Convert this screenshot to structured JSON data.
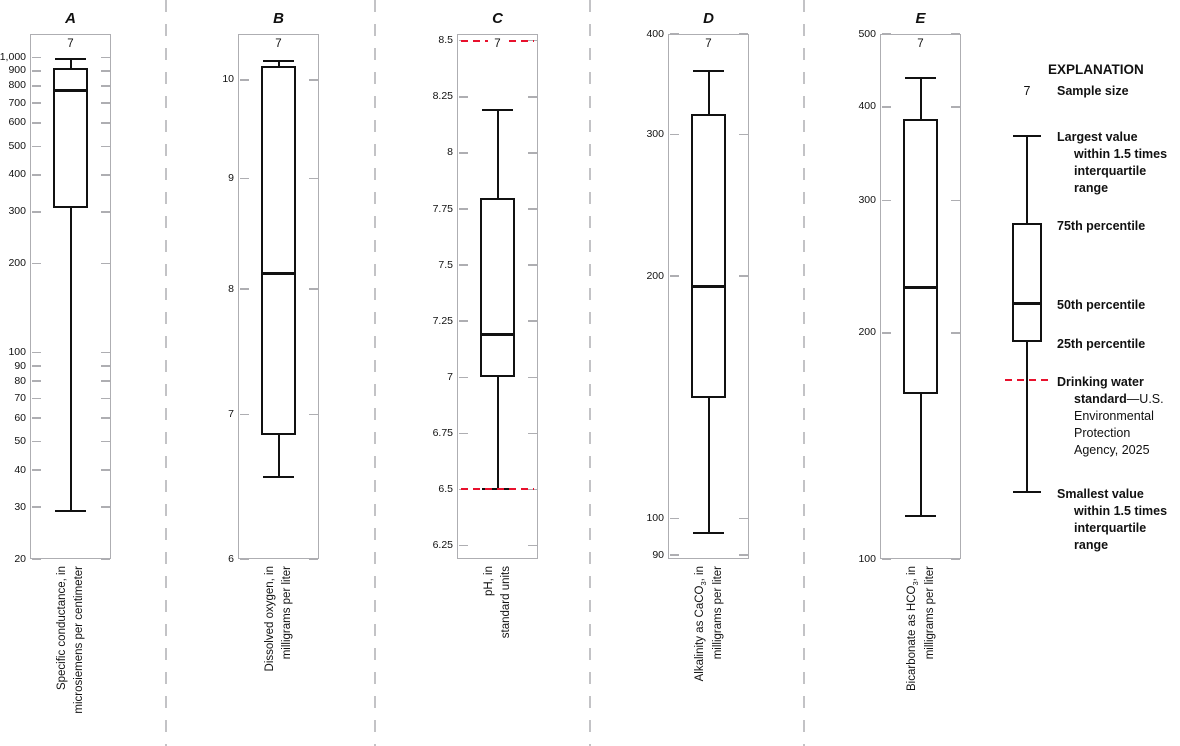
{
  "figure": {
    "colors": {
      "box": "#111111",
      "frame_gray": "#aeaeb2",
      "separator_gray": "#c3c3c6",
      "standard_red": "#e8112d"
    },
    "explanation": {
      "title": "EXPLANATION",
      "sample": {
        "symbol": "7",
        "label": "Sample size"
      },
      "largest": {
        "l1": "Largest value",
        "l2": "within 1.5 times",
        "l3": "interquartile range"
      },
      "p75": "75th percentile",
      "p50": "50th percentile",
      "p25": "25th percentile",
      "standard": {
        "l1": "Drinking water",
        "l2_bold": "standard",
        "l2_rest": "—U.S.",
        "l3": "Environmental",
        "l4": "Protection",
        "l5": "Agency, 2025"
      },
      "smallest": {
        "l1": "Smallest value",
        "l2": "within 1.5 times",
        "l3": "interquartile range"
      }
    }
  },
  "chart_data": [
    {
      "type": "box",
      "panel": "A",
      "title": "A",
      "sample_size": "7",
      "ylabel": "Specific conductance, in microsiemens per centimeter",
      "ylabel_lines": [
        [
          {
            "t": "Specific conductance, in"
          }
        ],
        [
          {
            "t": "microsiemens per centimeter"
          }
        ]
      ],
      "scale": "log",
      "ylim": [
        20,
        1200
      ],
      "yticks": [
        20,
        30,
        40,
        50,
        60,
        70,
        80,
        90,
        100,
        200,
        300,
        400,
        500,
        600,
        700,
        800,
        900,
        1000
      ],
      "ytick_labels": [
        "20",
        "30",
        "40",
        "50",
        "60",
        "70",
        "80",
        "90",
        "100",
        "200",
        "300",
        "400",
        "500",
        "600",
        "700",
        "800",
        "900",
        "1,000"
      ],
      "stats": {
        "whisker_low": 29,
        "q1": 310,
        "median": 775,
        "q3": 920,
        "whisker_high": 990
      },
      "reference_lines": []
    },
    {
      "type": "box",
      "panel": "B",
      "title": "B",
      "sample_size": "7",
      "ylabel": "Dissolved oxygen, in milligrams per liter",
      "ylabel_lines": [
        [
          {
            "t": "Dissolved oxygen, in"
          }
        ],
        [
          {
            "t": "milligrams per liter"
          }
        ]
      ],
      "scale": "log",
      "ylim": [
        6,
        10.5
      ],
      "yticks": [
        6,
        7,
        8,
        9,
        10
      ],
      "ytick_labels": [
        "6",
        "7",
        "8",
        "9",
        "10"
      ],
      "stats": {
        "whisker_low": 6.55,
        "q1": 6.85,
        "median": 8.13,
        "q3": 10.15,
        "whisker_high": 10.2
      },
      "reference_lines": []
    },
    {
      "type": "box",
      "panel": "C",
      "title": "C",
      "sample_size": "7",
      "ylabel": "pH, in standard units",
      "ylabel_lines": [
        [
          {
            "t": "pH, in"
          }
        ],
        [
          {
            "t": "standard units"
          }
        ]
      ],
      "scale": "linear",
      "ylim": [
        6.19,
        8.53
      ],
      "yticks": [
        6.25,
        6.5,
        6.75,
        7,
        7.25,
        7.5,
        7.75,
        8,
        8.25,
        8.5
      ],
      "ytick_labels": [
        "6.25",
        "6.5",
        "6.75",
        "7",
        "7.25",
        "7.5",
        "7.75",
        "8",
        "8.25",
        "8.5"
      ],
      "stats": {
        "whisker_low": 6.5,
        "q1": 7.0,
        "median": 7.19,
        "q3": 7.8,
        "whisker_high": 8.19
      },
      "reference_lines": [
        {
          "value": 8.5,
          "label": "Drinking water standard",
          "color": "#e8112d"
        },
        {
          "value": 6.5,
          "label": "Drinking water standard",
          "color": "#e8112d"
        }
      ]
    },
    {
      "type": "box",
      "panel": "D",
      "title": "D",
      "sample_size": "7",
      "ylabel": "Alkalinity as CaCO3, in milligrams per liter",
      "ylabel_lines": [
        [
          {
            "t": "Alkalinity as CaCO"
          },
          {
            "t": "3",
            "sub": true
          },
          {
            "t": ", in"
          }
        ],
        [
          {
            "t": "milligrams per liter"
          }
        ]
      ],
      "scale": "log",
      "ylim": [
        89,
        400
      ],
      "yticks": [
        90,
        100,
        200,
        300,
        400
      ],
      "ytick_labels": [
        "90",
        "100",
        "200",
        "300",
        "400"
      ],
      "stats": {
        "whisker_low": 96,
        "q1": 141,
        "median": 194,
        "q3": 318,
        "whisker_high": 360
      },
      "reference_lines": []
    },
    {
      "type": "box",
      "panel": "E",
      "title": "E",
      "sample_size": "7",
      "ylabel": "Bicarbonate as HCO3, in milligrams per liter",
      "ylabel_lines": [
        [
          {
            "t": "Bicarbonate as HCO"
          },
          {
            "t": "3",
            "sub": true
          },
          {
            "t": ", in"
          }
        ],
        [
          {
            "t": "milligrams per liter"
          }
        ]
      ],
      "scale": "log",
      "ylim": [
        100,
        500
      ],
      "yticks": [
        100,
        200,
        300,
        400,
        500
      ],
      "ytick_labels": [
        "100",
        "200",
        "300",
        "400",
        "500"
      ],
      "stats": {
        "whisker_low": 114,
        "q1": 166,
        "median": 230,
        "q3": 385,
        "whisker_high": 437
      },
      "reference_lines": []
    }
  ]
}
